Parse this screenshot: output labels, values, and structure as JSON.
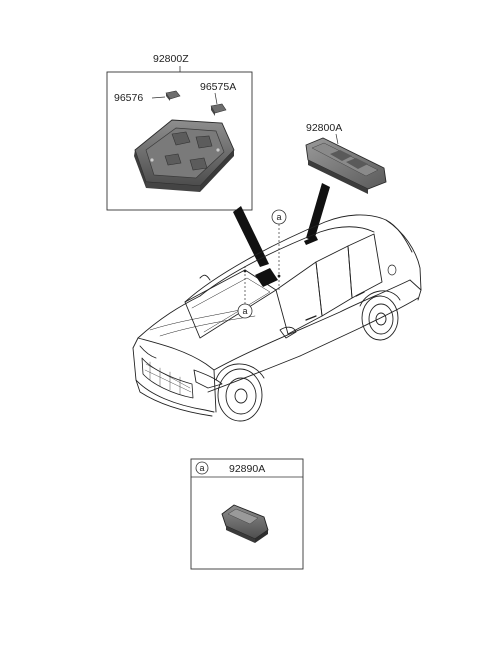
{
  "parts": {
    "assembly_label": "92800Z",
    "left_bulb_label": "96576",
    "right_bulb_label": "96575A",
    "room_lamp_label": "92800A",
    "vanity_lamp_label": "92890A"
  },
  "callouts": {
    "marker_top": "a",
    "marker_bottom": "a",
    "marker_box": "a"
  }
}
